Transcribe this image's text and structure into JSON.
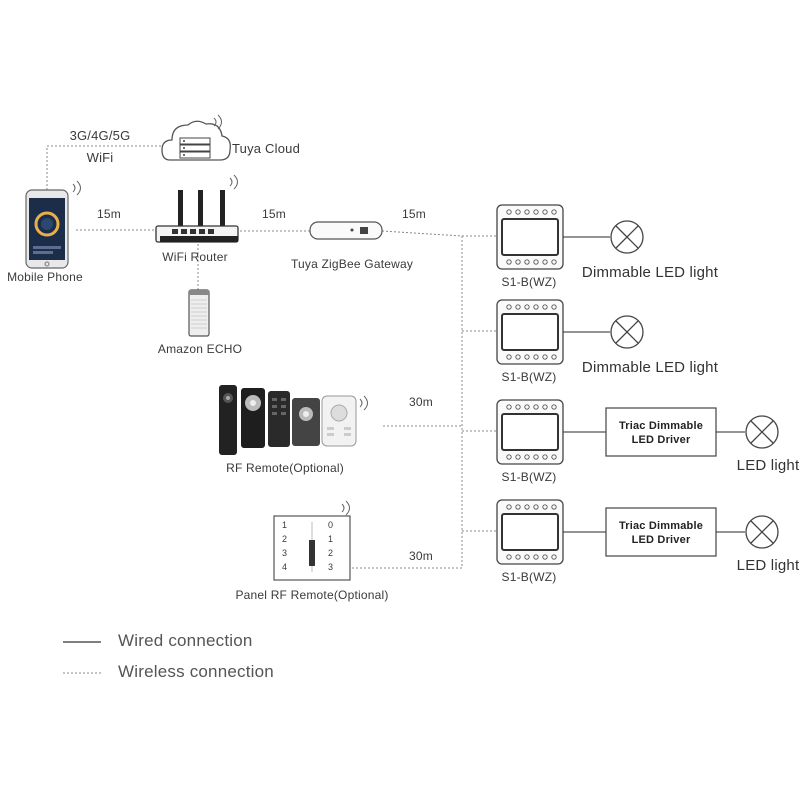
{
  "network": {
    "cellular_label": "3G/4G/5G",
    "wifi_label": "WiFi",
    "cloud_label": "Tuya Cloud",
    "phone_label": "Mobile Phone",
    "router_label": "WiFi Router",
    "gateway_label": "Tuya ZigBee Gateway",
    "echo_label": "Amazon ECHO",
    "distance_phone_router": "15m",
    "distance_router_gateway": "15m",
    "distance_gateway_modules": "15m"
  },
  "remotes": {
    "rf_remote_label": "RF Remote(Optional)",
    "rf_distance": "30m",
    "panel_remote_label": "Panel RF Remote(Optional)",
    "panel_distance": "30m",
    "panel_left_numbers": [
      "1",
      "2",
      "3",
      "4"
    ],
    "panel_right_numbers": [
      "0",
      "1",
      "2",
      "3"
    ]
  },
  "modules": [
    {
      "label": "S1-B(WZ)",
      "load_label": "Dimmable LED light",
      "driver": null
    },
    {
      "label": "S1-B(WZ)",
      "load_label": "Dimmable LED light",
      "driver": null
    },
    {
      "label": "S1-B(WZ)",
      "load_label": "LED light",
      "driver": {
        "line1": "Triac Dimmable",
        "line2": "LED Driver"
      }
    },
    {
      "label": "S1-B(WZ)",
      "load_label": "LED light",
      "driver": {
        "line1": "Triac Dimmable",
        "line2": "LED Driver"
      }
    }
  ],
  "legend": {
    "wired_label": "Wired connection",
    "wireless_label": "Wireless connection"
  },
  "colors": {
    "line": "#555555",
    "dotted": "#888888",
    "device_dark": "#2a2a2a",
    "phone_screen": "#1c2d4a",
    "phone_ring": "#e6b04a"
  }
}
